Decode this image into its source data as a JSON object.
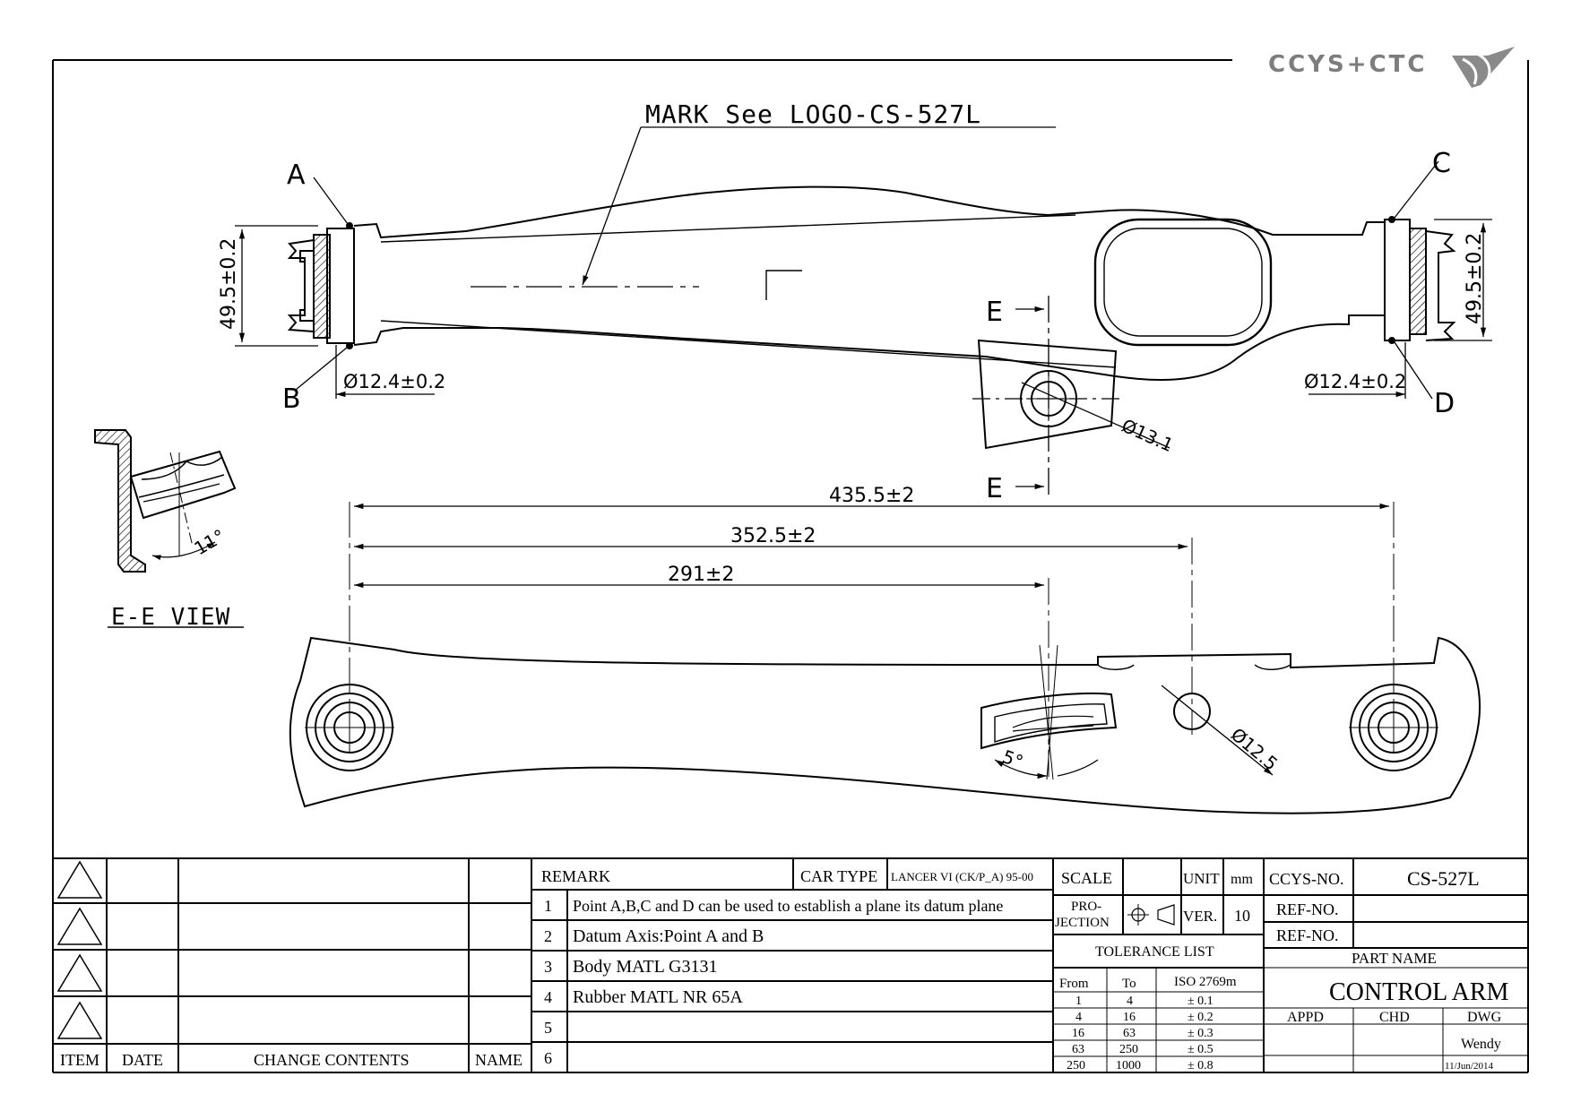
{
  "logo": {
    "text": "CCYS+CTC"
  },
  "mark_note": "MARK See LOGO-CS-527L",
  "points": {
    "a": "A",
    "b": "B",
    "c": "C",
    "d": "D"
  },
  "dimensions": {
    "height_left": "49.5±0.2",
    "height_right": "49.5±0.2",
    "bore_left": "Ø12.4±0.2",
    "bore_right": "Ø12.4±0.2",
    "hole_mid": "Ø13.1",
    "overall_length": "435.5±2",
    "length_2": "352.5±2",
    "length_3": "291±2",
    "hole_bottom": "Ø12.5",
    "angle_ee": "11°",
    "angle_bottom": "5°"
  },
  "section_marks": {
    "upper": "E",
    "lower": "E"
  },
  "ee_view_label": "E-E VIEW",
  "revision_table": {
    "headers": {
      "item": "ITEM",
      "date": "DATE",
      "change": "CHANGE CONTENTS",
      "name": "NAME"
    }
  },
  "remark": {
    "title": "REMARK",
    "car_type_label": "CAR TYPE",
    "car_type_value": "LANCER VI (CK/P_A) 95-00",
    "items": [
      {
        "no": "1",
        "text": "Point A,B,C and D can be used to establish a plane its datum plane"
      },
      {
        "no": "2",
        "text": "Datum Axis:Point A and B"
      },
      {
        "no": "3",
        "text": "Body MATL G3131"
      },
      {
        "no": "4",
        "text": "Rubber MATL NR 65A"
      },
      {
        "no": "5",
        "text": ""
      },
      {
        "no": "6",
        "text": ""
      }
    ]
  },
  "scale": {
    "label": "SCALE",
    "value": ""
  },
  "unit": {
    "label": "UNIT",
    "value": "mm"
  },
  "projection": {
    "label_1": "PRO-",
    "label_2": "JECTION"
  },
  "version": {
    "label": "VER.",
    "value": "10"
  },
  "tolerance": {
    "title": "TOLERANCE LIST",
    "headers": [
      "From",
      "To",
      "ISO 2769m"
    ],
    "rows": [
      [
        "1",
        "4",
        "± 0.1"
      ],
      [
        "4",
        "16",
        "± 0.2"
      ],
      [
        "16",
        "63",
        "± 0.3"
      ],
      [
        "63",
        "250",
        "± 0.5"
      ],
      [
        "250",
        "1000",
        "± 0.8"
      ]
    ]
  },
  "title_block": {
    "ccys_label": "CCYS-NO.",
    "ccys_value": "CS-527L",
    "ref1_label": "REF-NO.",
    "ref1_value": "",
    "ref2_label": "REF-NO.",
    "ref2_value": "",
    "part_name_label": "PART NAME",
    "part_name_value": "CONTROL ARM",
    "appd": "APPD",
    "chd": "CHD",
    "dwg": "DWG",
    "drawn_by": "Wendy",
    "date": "11/Jun/2014"
  }
}
